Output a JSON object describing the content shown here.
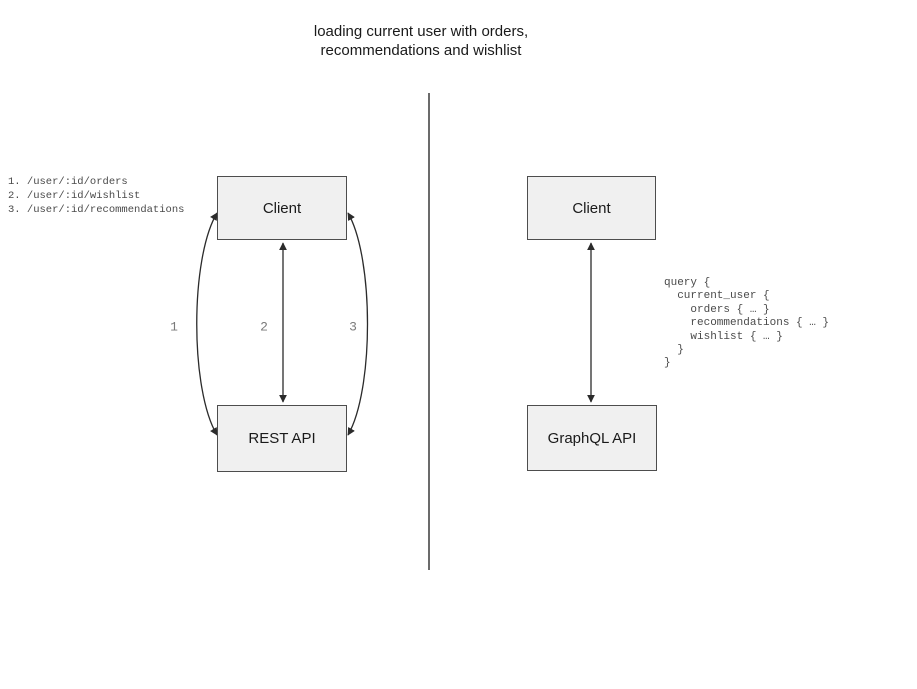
{
  "title": {
    "line1": "loading current user with orders,",
    "line2": "recommendations and wishlist"
  },
  "rest_panel": {
    "client_label": "Client",
    "api_label": "REST API",
    "endpoints": [
      "1. /user/:id/orders",
      "2. /user/:id/wishlist",
      "3. /user/:id/recommendations"
    ],
    "arrow_labels": [
      "1",
      "2",
      "3"
    ]
  },
  "graphql_panel": {
    "client_label": "Client",
    "api_label": "GraphQL API",
    "query_lines": [
      "query {",
      "  current_user {",
      "    orders { … }",
      "    recommendations { … }",
      "    wishlist { … }",
      "  }",
      "}"
    ]
  },
  "colors": {
    "box_fill": "#f0f0f0",
    "box_border": "#4d4d4d",
    "arrow": "#2b2b2b",
    "arrow_label_text": "#7a7a7a",
    "code_text": "#4a4a4a",
    "divider": "#6b6b6b",
    "title_text": "#1a1a1a",
    "background": "#ffffff"
  }
}
